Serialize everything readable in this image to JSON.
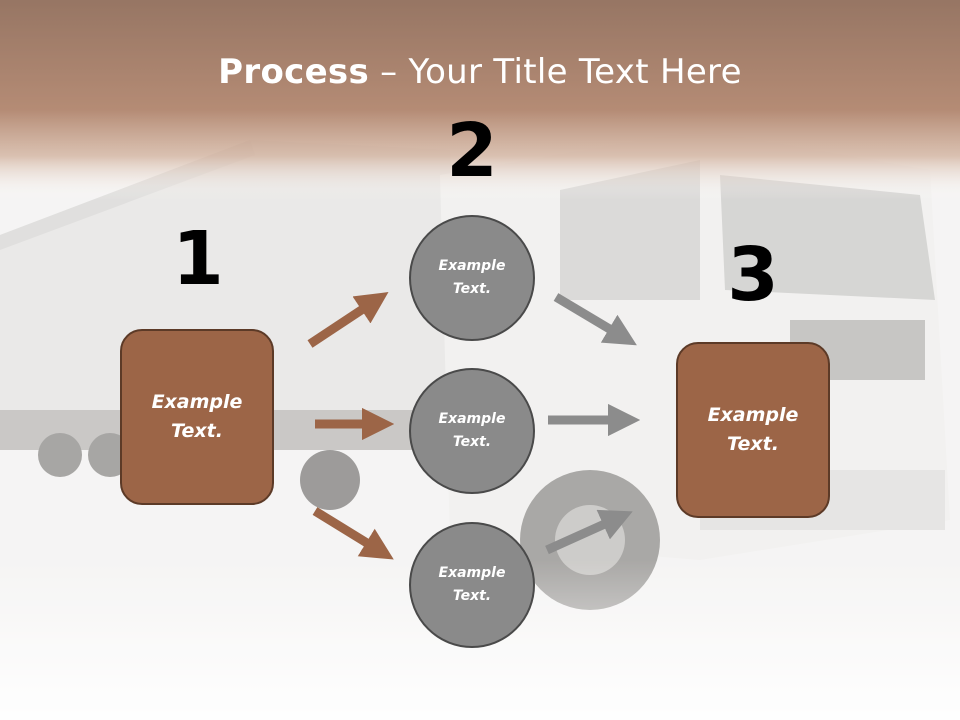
{
  "title": {
    "bold": "Process",
    "rest": " – Your Title Text Here"
  },
  "steps": [
    {
      "number": "1",
      "label": "Example\nText."
    },
    {
      "number": "2"
    },
    {
      "number": "3",
      "label": "Example\nText."
    }
  ],
  "circles": [
    {
      "label": "Example\nText."
    },
    {
      "label": "Example\nText."
    },
    {
      "label": "Example\nText."
    }
  ],
  "colors": {
    "header": "#7e4f34",
    "box_fill": "#9c6547",
    "circle_fill": "#8a8a8a",
    "arrow_brown": "#9c6547",
    "arrow_gray": "#8c8c8c"
  },
  "background": {
    "image": "truck-photo"
  }
}
